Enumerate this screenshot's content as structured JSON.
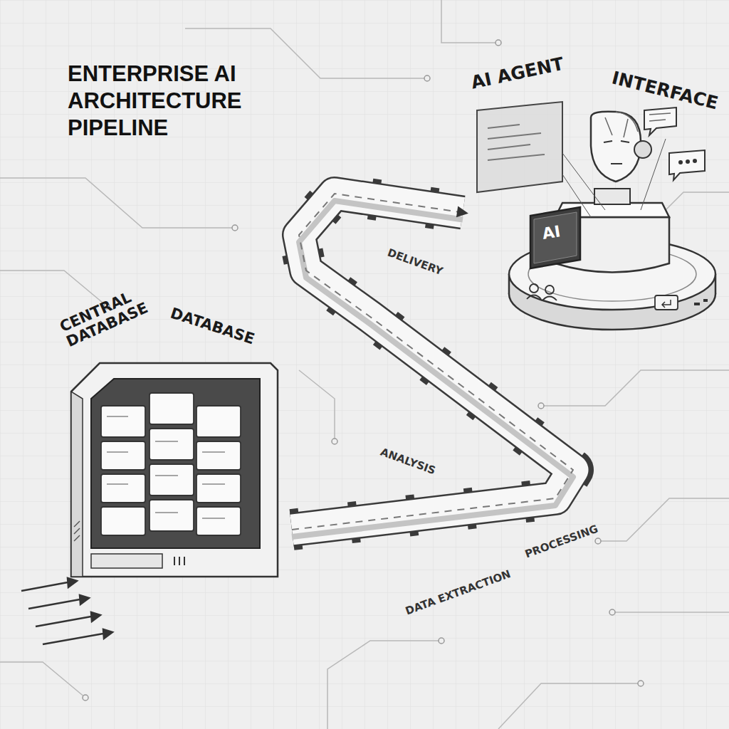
{
  "diagram": {
    "title": "ENTERPRISE AI ARCHITECTURE PIPELINE",
    "nodes": [
      {
        "text": [
          "CENTRAL DATABASE",
          "DATABASE"
        ]
      },
      {
        "text": [
          "AI AGENT",
          "INTERFACE",
          "AI"
        ]
      }
    ],
    "edges": [
      {
        "from": 0,
        "to": 1,
        "arrow": "to"
      }
    ],
    "labels": [
      "DELIVERY",
      "ANALYSIS",
      "PROCESSING",
      "DATA EXTRACTION"
    ]
  }
}
